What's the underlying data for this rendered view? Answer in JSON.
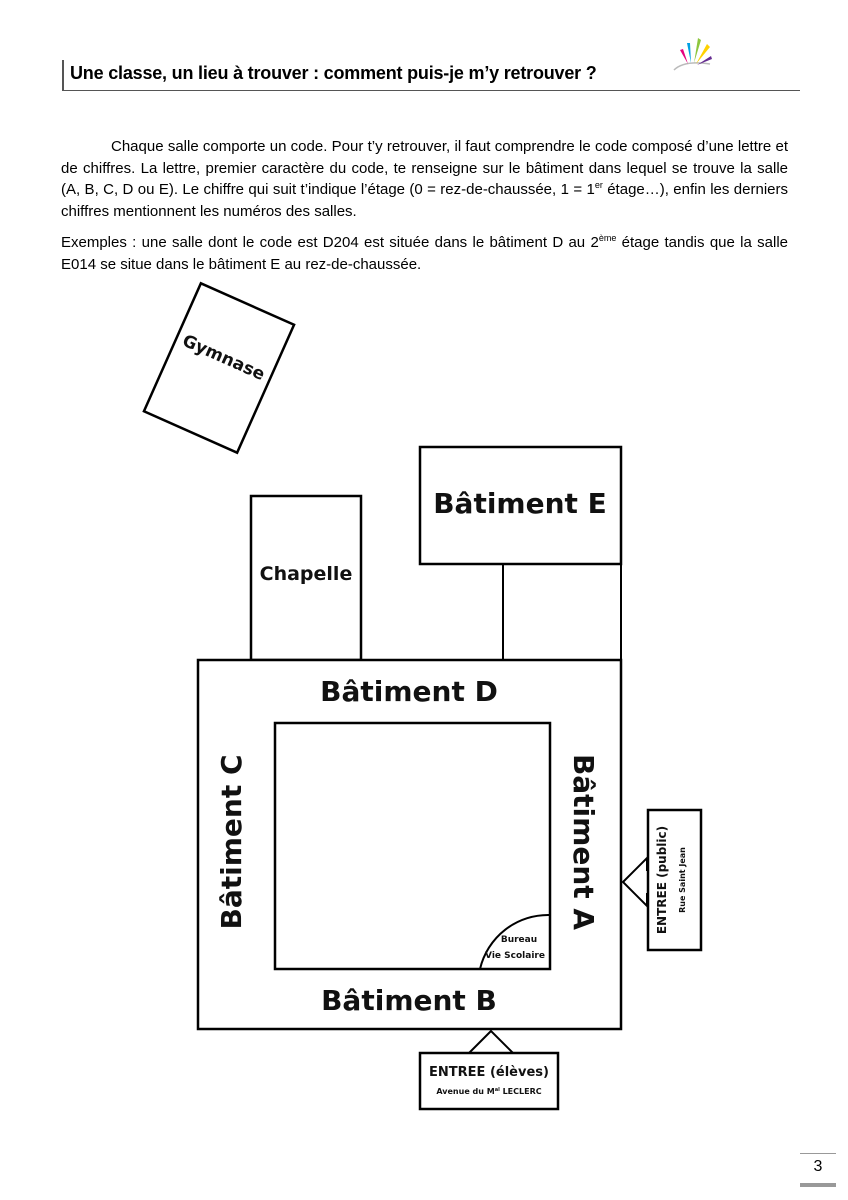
{
  "header": {
    "title": "Une classe, un lieu à trouver : comment puis-je m’y retrouver ?"
  },
  "intro": {
    "p1": [
      {
        "t": "Chaque salle comporte un code. Pour t’y retrouver, il faut comprendre le code composé d’une lettre et de chiffres. La lettre, premier caractère du code, te renseigne sur le bâtiment dans lequel se trouve la salle (A, B, C, D ou E). Le chiffre qui suit t’indique l’étage (0 = rez-de-chaussée, 1 = 1"
      },
      {
        "t": "er",
        "sup": true
      },
      {
        "t": " étage…), enfin les derniers chiffres mentionnent les numéros des salles."
      }
    ],
    "p2": [
      {
        "t": "Exemples : une salle dont le code est D204 est située dans le bâtiment D au 2"
      },
      {
        "t": "ème",
        "sup": true
      },
      {
        "t": " étage tandis que la salle E014 se situe dans le bâtiment E au rez-de-chaussée."
      }
    ]
  },
  "plan": {
    "gymnase": "Gymnase",
    "batiment_e": "Bâtiment E",
    "chapelle": "Chapelle",
    "batiment_d": "Bâtiment D",
    "batiment_c": "Bâtiment C",
    "batiment_a": "Bâtiment A",
    "batiment_b": "Bâtiment B",
    "bureau_line1": "Bureau",
    "bureau_line2": "Vie Scolaire",
    "entree_public": "ENTREE (public)",
    "rue_saint_jean": "Rue Saint Jean",
    "entree_eleves": "ENTREE (élèves)",
    "avenue_prefix": "Avenue du M",
    "avenue_sup": "al",
    "avenue_suffix": " LECLERC"
  },
  "footer": {
    "page_number": "3"
  },
  "colors": {
    "logo_rays": [
      "#e6007e",
      "#00a0e3",
      "#8dc63f",
      "#ffd200",
      "#662d91"
    ]
  }
}
